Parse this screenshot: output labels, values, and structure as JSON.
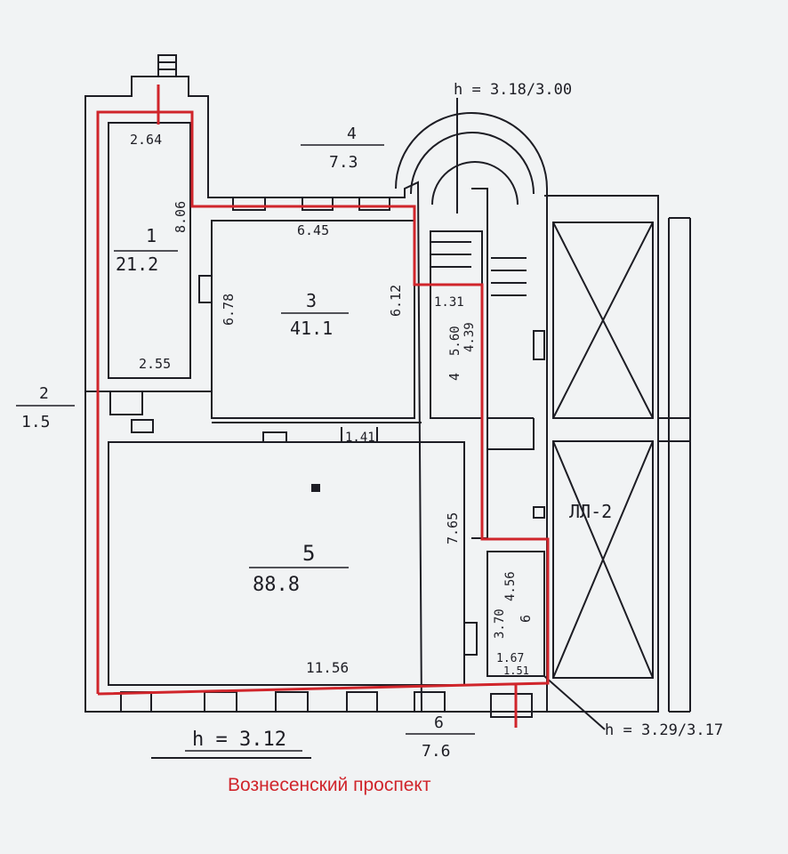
{
  "street_label": "Вознесенский проспект",
  "rooms": [
    {
      "number": "1",
      "area": "21.2",
      "dims": [
        "2.64",
        "8.06",
        "2.55"
      ]
    },
    {
      "number": "3",
      "area": "41.1",
      "dims": [
        "6.45",
        "6.78",
        "6.12"
      ]
    },
    {
      "number": "5",
      "area": "88.8",
      "dims": [
        "7.65",
        "11.56"
      ]
    },
    {
      "number": "4",
      "area": "5.60",
      "area2": "4.39",
      "dims": [
        "1.31"
      ]
    },
    {
      "number": "6",
      "dims": [
        "3.70",
        "4.56",
        "1.67",
        "1.51"
      ]
    }
  ],
  "outside_labels": [
    {
      "number": "4",
      "value": "7.3"
    },
    {
      "number": "2",
      "value": "1.5"
    },
    {
      "number": "6",
      "value": "7.6"
    }
  ],
  "heights": {
    "main": "h = 3.12",
    "stair_top": "h = 3.18/3.00",
    "stair_bottom": "h = 3.29/3.17"
  },
  "stair_label": "ЛЛ-2",
  "door_width": "1.41",
  "colors": {
    "ink": "#1d1d24",
    "boundary": "#d0252b",
    "paper": "#f1f3f4"
  }
}
